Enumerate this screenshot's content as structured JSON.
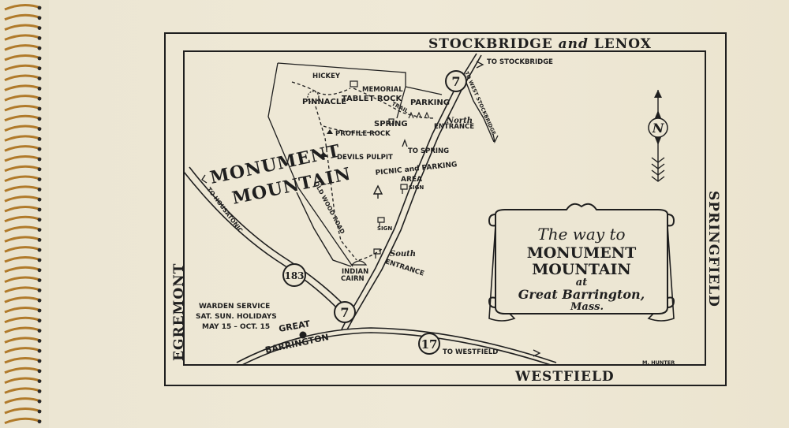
{
  "borders": {
    "top": "STOCKBRIDGE and LENOX",
    "top_main_left": "STOCKBRIDGE",
    "top_and": "and",
    "top_main_right": "LENOX",
    "left": "EGREMONT",
    "right": "SPRINGFIELD",
    "bottom": "WESTFIELD"
  },
  "title_scroll": {
    "line1": "The way to",
    "line2": "MONUMENT",
    "line3": "MOUNTAIN",
    "line4": "at",
    "line5": "Great Barrington,",
    "line6": "Mass."
  },
  "mountain_label": {
    "line1": "MONUMENT",
    "line2": "MOUNTAIN"
  },
  "places": {
    "hickey": "HICKEY",
    "pinnacle": "PINNACLE",
    "memorial_tablet_rock_1": "MEMORIAL",
    "memorial_tablet_rock_2": "TABLET ROCK",
    "trail": "TRAIL",
    "parking_north": "PARKING",
    "spring": "SPRING",
    "north_entrance_1": "North",
    "north_entrance_2": "ENTRANCE",
    "profile_rock": "PROFILE ROCK",
    "devils_pulpit": "DEVILS PULPIT",
    "to_spring": "TO SPRING",
    "picnic_1": "PICNIC and PARKING",
    "picnic_2": "AREA",
    "sign1": "SIGN",
    "sign2": "SIGN",
    "old_wood_road": "OLD WOOD ROAD",
    "indian_cairn_1": "INDIAN",
    "indian_cairn_2": "CAIRN",
    "south_entrance_1": "South",
    "south_entrance_2": "ENTRANCE",
    "to_stockbridge": "TO STOCKBRIDGE",
    "to_housatonic": "TO HOUSATONIC",
    "to_west_stockbridge": "TO WEST STOCKBRIDGE",
    "to_westfield": "TO WESTFIELD",
    "great": "GREAT",
    "barrington": "BARRINGTON"
  },
  "route_shields": {
    "r7_north": "7",
    "r7_south": "7",
    "r183": "183",
    "r17": "17"
  },
  "compass": {
    "letter": "N"
  },
  "warden": {
    "line1": "WARDEN SERVICE",
    "line2": "SAT. SUN. HOLIDAYS",
    "line3": "MAY 15 – OCT. 15"
  },
  "credit": "M. HUNTER",
  "colors": {
    "ink": "#1f1f1f",
    "paper": "#ece6d3",
    "spiral": "#b07a2a"
  }
}
